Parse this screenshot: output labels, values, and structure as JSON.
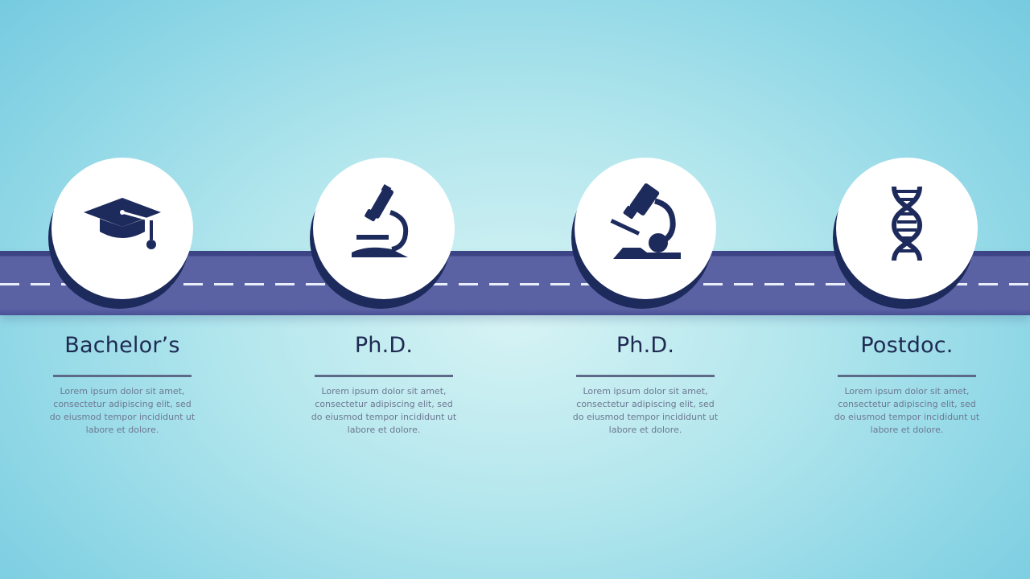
{
  "milestones": [
    {
      "label": "Bachelor’s",
      "icon": "graduation-cap-icon",
      "description": "Lorem ipsum dolor sit amet, consectetur adipiscing elit, sed do eiusmod tempor incididunt ut labore et dolore."
    },
    {
      "label": "Ph.D.",
      "icon": "microscope-icon",
      "description": "Lorem ipsum dolor sit amet, consectetur adipiscing elit, sed do eiusmod tempor incididunt ut labore et dolore."
    },
    {
      "label": "Ph.D.",
      "icon": "microscope-icon",
      "description": "Lorem ipsum dolor sit amet, consectetur adipiscing elit, sed do eiusmod tempor incididunt ut labore et dolore."
    },
    {
      "label": "Postdoc.",
      "icon": "dna-helix-icon",
      "description": "Lorem ipsum dolor sit amet, consectetur adipiscing elit, sed do eiusmod tempor incididunt ut labore et dolore."
    }
  ],
  "colors": {
    "road": "#5b62a4",
    "icon": "#1d2a5c",
    "label": "#1e2a52",
    "background": "#b2e6ed"
  }
}
